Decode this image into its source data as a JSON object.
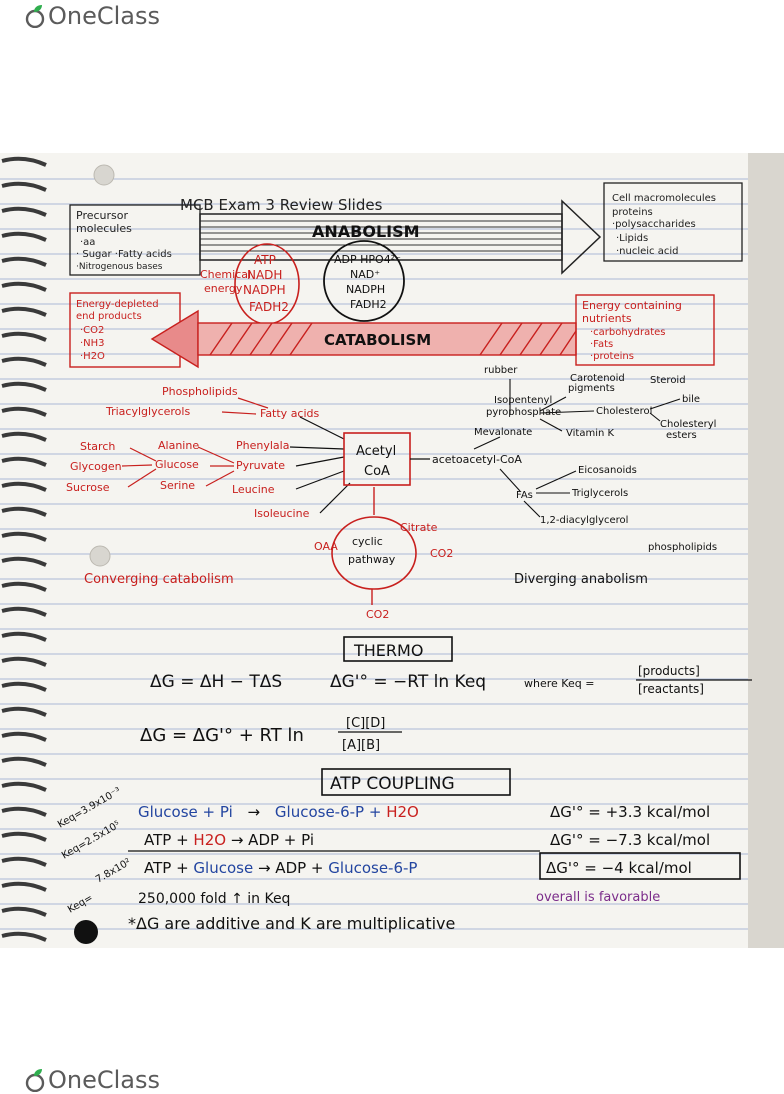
{
  "brand": {
    "name": "OneClass"
  },
  "notes": {
    "title": "MCB Exam 3 Review Slides",
    "anabolism_label": "ANABOLISM",
    "catabolism_label": "CATABOLISM",
    "precursor": [
      "Precursor",
      "molecules",
      "·aa",
      "· Sugar ·Fatty acids",
      "·Nitrogenous bases"
    ],
    "macromolecules": [
      "Cell macromolecules",
      "proteins",
      "·polysaccharides",
      "·Lipids",
      "·nucleic acid"
    ],
    "chemical_energy": [
      "Chemical",
      "energy"
    ],
    "carriers_red": [
      "ATP",
      "NADH",
      "NADPH",
      "FADH2"
    ],
    "carriers_black": [
      "ADP HPO4²⁻",
      "NAD⁺",
      "NADPH",
      "FADH2"
    ],
    "energy_depleted": [
      "Energy-depleted",
      "end products",
      "·CO2",
      "·NH3",
      "·H2O"
    ],
    "energy_containing": [
      "Energy containing",
      "nutrients",
      "·carbohydrates",
      "·Fats",
      "·proteins"
    ],
    "catabolic_left": [
      "Phospholipids",
      "Triacylglycerols",
      "Fatty acids",
      "Starch",
      "Glycogen",
      "Sucrose",
      "Alanine",
      "Glucose",
      "Serine",
      "Phenylala",
      "Pyruvate",
      "Leucine",
      "Isoleucine"
    ],
    "acetyl_coa": [
      "Acetyl",
      "CoA"
    ],
    "acetoacetyl": "acetoacetyl-CoA",
    "cycle": [
      "OAA",
      "cyclic",
      "pathway",
      "Citrate",
      "CO2",
      "CO2"
    ],
    "anabolic_right": [
      "rubber",
      "Isopentenyl",
      "pyrophosphate",
      "Carotenoid",
      "pigments",
      "Steroid",
      "bile",
      "Cholesterol",
      "Mevalonate",
      "Vitamin K",
      "Cholesteryl",
      "esters",
      "Eicosanoids",
      "FAs",
      "Triglycerols",
      "1,2-diacylglycerol",
      "phospholipids"
    ],
    "converging": "Converging catabolism",
    "diverging": "Diverging anabolism",
    "thermo_title": "THERMO",
    "eq1": "ΔG = ΔH − TΔS",
    "eq2": "ΔG'° = −RT ln Keq",
    "eq2_where": "where Keq =",
    "eq2_frac": [
      "[products]",
      "[reactants]"
    ],
    "eq3": "ΔG = ΔG'° + RT ln",
    "eq3_frac": [
      "[C][D]",
      "[A][B]"
    ],
    "atp_title": "ATP COUPLING",
    "keq1": "Keq=3.9x10⁻³",
    "keq2": "Keq=2.5x10⁵",
    "keq3": "7.8x10²",
    "keq4": "Keq=",
    "r1": [
      "Glucose + Pi",
      "→",
      "Glucose-6-P + ",
      "H2O"
    ],
    "r2": [
      "ATP + ",
      "H2O",
      " → ADP + Pi"
    ],
    "r3": [
      "ATP + ",
      "Glucose",
      " → ADP + ",
      "Glucose-6-P"
    ],
    "dg1": "ΔG'° = +3.3 kcal/mol",
    "dg2": "ΔG'° = −7.3 kcal/mol",
    "dg3": "ΔG'° = −4 kcal/mol",
    "overall": "overall is favorable",
    "fold": "250,000 fold ↑ in Keq",
    "note": "*ΔG are additive and K are multiplicative"
  }
}
